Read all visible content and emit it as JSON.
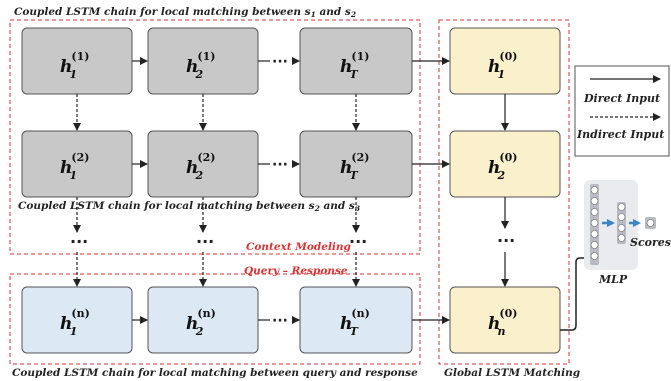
{
  "captions": {
    "top": "Coupled LSTM chain for local matching between s",
    "top_sub1": "1",
    "top_mid": " and s",
    "top_sub2": "2",
    "mid": "Coupled LSTM chain for local matching between s",
    "mid_sub1": "2",
    "mid_mid": " and s",
    "mid_sub2": "3",
    "bottom": "Coupled LSTM chain for local matching between query and response",
    "context_modeling": "Context Modeling",
    "query_response": "Query – Response",
    "global": "Global LSTM Matching",
    "mlp": "MLP",
    "scores": "Scores"
  },
  "legend": {
    "direct": "Direct Input",
    "indirect": "Indirect Input"
  },
  "nodes": {
    "n11": {
      "base": "h",
      "sub": "1",
      "sup": "(1)"
    },
    "n12": {
      "base": "h",
      "sub": "2",
      "sup": "(1)"
    },
    "n1T": {
      "base": "h",
      "sub": "T",
      "sup": "(1)"
    },
    "n21": {
      "base": "h",
      "sub": "1",
      "sup": "(2)"
    },
    "n22": {
      "base": "h",
      "sub": "2",
      "sup": "(2)"
    },
    "n2T": {
      "base": "h",
      "sub": "T",
      "sup": "(2)"
    },
    "nn1": {
      "base": "h",
      "sub": "1",
      "sup": "(n)"
    },
    "nn2": {
      "base": "h",
      "sub": "2",
      "sup": "(n)"
    },
    "nnT": {
      "base": "h",
      "sub": "T",
      "sup": "(n)"
    },
    "g1": {
      "base": "h",
      "sub": "1",
      "sup": "(0)"
    },
    "g2": {
      "base": "h",
      "sub": "2",
      "sup": "(0)"
    },
    "gn": {
      "base": "h",
      "sub": "n",
      "sup": "(0)"
    }
  },
  "ellipsis": "···",
  "vellipsis": "…",
  "colors": {
    "gray_node": "#c8c8c8",
    "blue_node": "#dce8f4",
    "yellow_node": "#fbf0cc",
    "red_dash": "#e03030",
    "mlp_bg": "#e9ebee",
    "mlp_node": "#ffffff",
    "mlp_arrow": "#3d86c6"
  }
}
